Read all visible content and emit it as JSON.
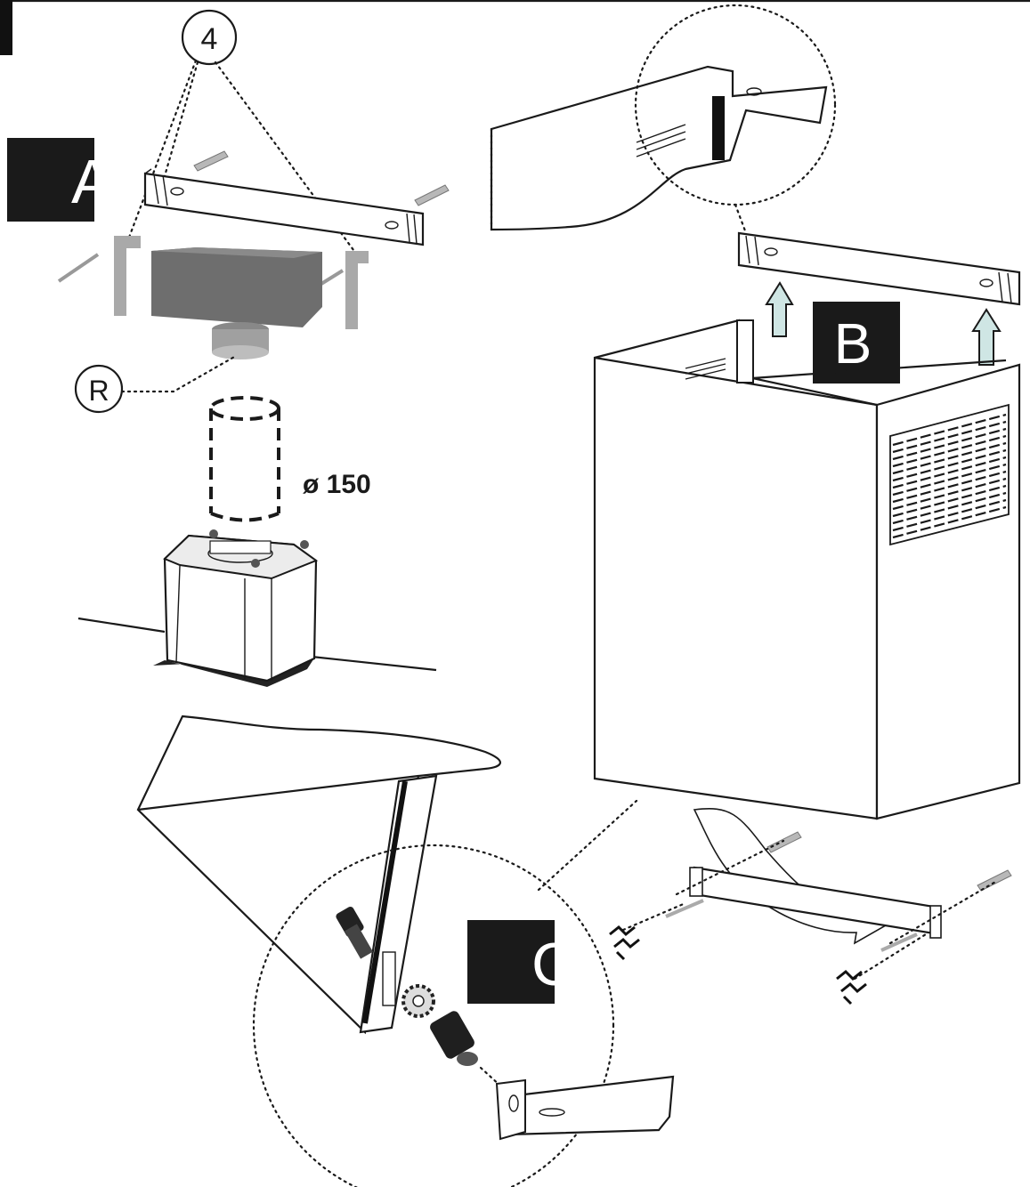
{
  "callouts": {
    "part_number": "4",
    "reducer": "R",
    "duct_diameter": "ø 150"
  },
  "steps": {
    "a": "A",
    "b": "B",
    "c": "C"
  },
  "colors": {
    "ink": "#1a1a1a",
    "arrow_fill": "#cfe6e4",
    "bracket_grey": "#9a9a9a",
    "motor_grey": "#6e6e6e"
  }
}
